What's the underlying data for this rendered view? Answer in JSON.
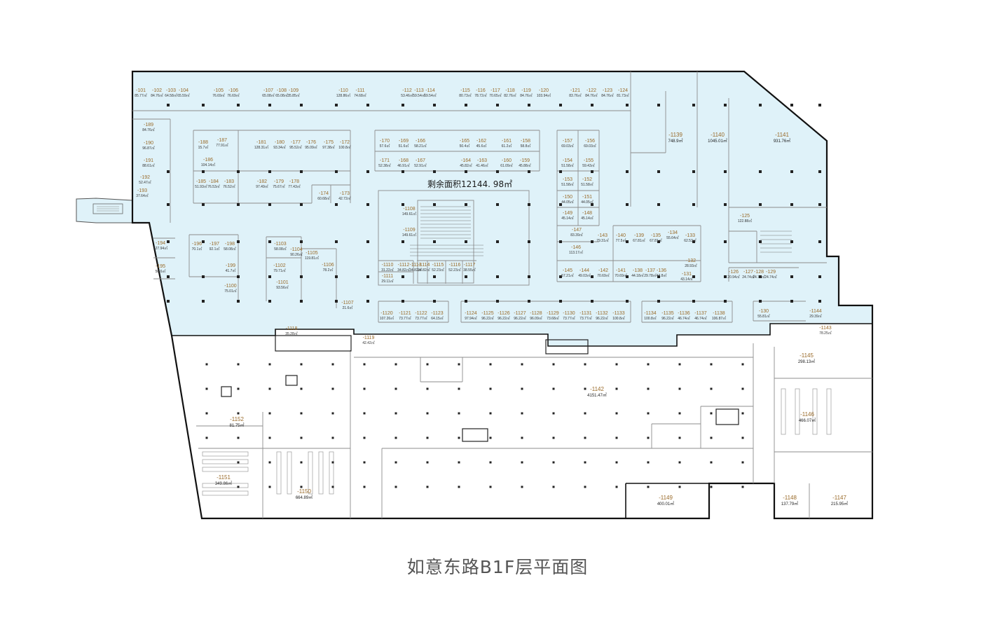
{
  "title": "如意东路B1F层平面图",
  "remaining_area_label": "剩余面积12144. 98㎡",
  "colors": {
    "leased_fill": "#dff2f9",
    "outline": "#111111",
    "wall": "#8c8c8c",
    "code": "#9a6b2a"
  },
  "small_units": [
    {
      "code": "-101",
      "area": "85.77㎡"
    },
    {
      "code": "-102",
      "area": "84.76㎡"
    },
    {
      "code": "-103",
      "area": "64.58㎡"
    },
    {
      "code": "-104",
      "area": "65.59㎡"
    },
    {
      "code": "-105",
      "area": "76.69㎡"
    },
    {
      "code": "-106",
      "area": "76.69㎡"
    },
    {
      "code": "-107",
      "area": "65.08㎡"
    },
    {
      "code": "-108",
      "area": "65.08㎡"
    },
    {
      "code": "-109",
      "area": "35.85㎡"
    },
    {
      "code": "-110",
      "area": "128.86㎡"
    },
    {
      "code": "-111",
      "area": "74.68㎡"
    },
    {
      "code": "-112",
      "area": "53.46㎡"
    },
    {
      "code": "-113",
      "area": "59.54㎡"
    },
    {
      "code": "-114",
      "area": "59.54㎡"
    },
    {
      "code": "-115",
      "area": "80.73㎡"
    },
    {
      "code": "-116",
      "area": "78.72㎡"
    },
    {
      "code": "-117",
      "area": "70.65㎡"
    },
    {
      "code": "-118",
      "area": "82.76㎡"
    },
    {
      "code": "-119",
      "area": "84.76㎡"
    },
    {
      "code": "-120",
      "area": "103.94㎡"
    },
    {
      "code": "-121",
      "area": "83.76㎡"
    },
    {
      "code": "-122",
      "area": "84.76㎡"
    },
    {
      "code": "-123",
      "area": "84.76㎡"
    },
    {
      "code": "-124",
      "area": "81.73㎡"
    },
    {
      "code": "-189",
      "area": "84.76㎡"
    },
    {
      "code": "-190",
      "area": "96.87㎡"
    },
    {
      "code": "-191",
      "area": "88.61㎡"
    },
    {
      "code": "-192",
      "area": "52.47㎡"
    },
    {
      "code": "-193",
      "area": "37.64㎡"
    },
    {
      "code": "-187",
      "area": "77.91㎡"
    },
    {
      "code": "-188",
      "area": "15.7㎡"
    },
    {
      "code": "-186",
      "area": "104.14㎡"
    },
    {
      "code": "-181",
      "area": "128.31㎡"
    },
    {
      "code": "-180",
      "area": "93.34㎡"
    },
    {
      "code": "-177",
      "area": "95.52㎡"
    },
    {
      "code": "-176",
      "area": "95.09㎡"
    },
    {
      "code": "-175",
      "area": "97.38㎡"
    },
    {
      "code": "-172",
      "area": "100.8㎡"
    },
    {
      "code": "-185",
      "area": "51.93㎡"
    },
    {
      "code": "-184",
      "area": "76.53㎡"
    },
    {
      "code": "-183",
      "area": "76.52㎡"
    },
    {
      "code": "-182",
      "area": "97.49㎡"
    },
    {
      "code": "-179",
      "area": "75.67㎡"
    },
    {
      "code": "-178",
      "area": "77.43㎡"
    },
    {
      "code": "-174",
      "area": "60.68㎡"
    },
    {
      "code": "-173",
      "area": "42.72㎡"
    },
    {
      "code": "-170",
      "area": "57.6㎡"
    },
    {
      "code": "-169",
      "area": "51.6㎡"
    },
    {
      "code": "-166",
      "area": "58.21㎡"
    },
    {
      "code": "-165",
      "area": "50.4㎡"
    },
    {
      "code": "-162",
      "area": "45.6㎡"
    },
    {
      "code": "-161",
      "area": "61.2㎡"
    },
    {
      "code": "-158",
      "area": "58.8㎡"
    },
    {
      "code": "-171",
      "area": "52.38㎡"
    },
    {
      "code": "-168",
      "area": "46.91㎡"
    },
    {
      "code": "-167",
      "area": "52.91㎡"
    },
    {
      "code": "-164",
      "area": "45.82㎡"
    },
    {
      "code": "-163",
      "area": "41.46㎡"
    },
    {
      "code": "-160",
      "area": "61.09㎡"
    },
    {
      "code": "-159",
      "area": "45.88㎡"
    },
    {
      "code": "-157",
      "area": "69.03㎡"
    },
    {
      "code": "-156",
      "area": "69.03㎡"
    },
    {
      "code": "-154",
      "area": "51.58㎡"
    },
    {
      "code": "-155",
      "area": "59.43㎡"
    },
    {
      "code": "-153",
      "area": "51.58㎡"
    },
    {
      "code": "-152",
      "area": "51.58㎡"
    },
    {
      "code": "-150",
      "area": "44.05㎡"
    },
    {
      "code": "-151",
      "area": "44.05㎡"
    },
    {
      "code": "-149",
      "area": "45.14㎡"
    },
    {
      "code": "-148",
      "area": "45.14㎡"
    },
    {
      "code": "-147",
      "area": "83.39㎡"
    },
    {
      "code": "-146",
      "area": "113.17㎡"
    },
    {
      "code": "-145",
      "area": "57.21㎡"
    },
    {
      "code": "-144",
      "area": "49.03㎡"
    },
    {
      "code": "-143",
      "area": "79.31㎡"
    },
    {
      "code": "-142",
      "area": "70.69㎡"
    },
    {
      "code": "-141",
      "area": "70.69㎡"
    },
    {
      "code": "-140",
      "area": "77.5㎡"
    },
    {
      "code": "-139",
      "area": "67.81㎡"
    },
    {
      "code": "-138",
      "area": "44.18㎡"
    },
    {
      "code": "-137",
      "area": "29.78㎡"
    },
    {
      "code": "-136",
      "area": "47.8㎡"
    },
    {
      "code": "-135",
      "area": "67.81㎡"
    },
    {
      "code": "-134",
      "area": "55.64㎡"
    },
    {
      "code": "-133",
      "area": "62.53㎡"
    },
    {
      "code": "-132",
      "area": "28.93㎡"
    },
    {
      "code": "-131",
      "area": "43.14㎡"
    },
    {
      "code": "-126",
      "area": "20.94㎡"
    },
    {
      "code": "-127",
      "area": "24.74㎡"
    },
    {
      "code": "-128",
      "area": "24.74㎡"
    },
    {
      "code": "-129",
      "area": "24.74㎡"
    },
    {
      "code": "-125",
      "area": "122.88㎡"
    },
    {
      "code": "-194",
      "area": "127.94㎡"
    },
    {
      "code": "-195",
      "area": "58.6㎡"
    },
    {
      "code": "-196",
      "area": "70.1㎡"
    },
    {
      "code": "-197",
      "area": "92.1㎡"
    },
    {
      "code": "-198",
      "area": "58.08㎡"
    },
    {
      "code": "-199",
      "area": "41.7㎡"
    },
    {
      "code": "-1100",
      "area": "75.01㎡"
    },
    {
      "code": "-1103",
      "area": "58.08㎡"
    },
    {
      "code": "-1104",
      "area": "90.26㎡"
    },
    {
      "code": "-1105",
      "area": "119.81㎡"
    },
    {
      "code": "-1102",
      "area": "79.71㎡"
    },
    {
      "code": "-1106",
      "area": "78.2㎡"
    },
    {
      "code": "-1101",
      "area": "93.56㎡"
    },
    {
      "code": "-1107",
      "area": "21.6㎡"
    },
    {
      "code": "-1108",
      "area": "149.61㎡"
    },
    {
      "code": "-1109",
      "area": "149.61㎡"
    },
    {
      "code": "-1110",
      "area": "31.22㎡"
    },
    {
      "code": "-1111",
      "area": "29.11㎡"
    },
    {
      "code": "-1112",
      "area": "34.82㎡"
    },
    {
      "code": "-1113",
      "area": "34.82㎡"
    },
    {
      "code": "-1114",
      "area": "34.82㎡"
    },
    {
      "code": "-1115",
      "area": "52.23㎡"
    },
    {
      "code": "-1116",
      "area": "52.23㎡"
    },
    {
      "code": "-1117",
      "area": "38.55㎡"
    },
    {
      "code": "-1118",
      "area": "35.28㎡"
    },
    {
      "code": "-1119",
      "area": "42.42㎡"
    },
    {
      "code": "-1120",
      "area": "107.26㎡"
    },
    {
      "code": "-1121",
      "area": "73.77㎡"
    },
    {
      "code": "-1122",
      "area": "73.77㎡"
    },
    {
      "code": "-1123",
      "area": "64.15㎡"
    },
    {
      "code": "-1124",
      "area": "97.94㎡"
    },
    {
      "code": "-1125",
      "area": "96.22㎡"
    },
    {
      "code": "-1126",
      "area": "96.22㎡"
    },
    {
      "code": "-1127",
      "area": "96.22㎡"
    },
    {
      "code": "-1128",
      "area": "96.09㎡"
    },
    {
      "code": "-1129",
      "area": "73.68㎡"
    },
    {
      "code": "-1130",
      "area": "73.77㎡"
    },
    {
      "code": "-1131",
      "area": "73.77㎡"
    },
    {
      "code": "-1132",
      "area": "96.22㎡"
    },
    {
      "code": "-1133",
      "area": "100.8㎡"
    },
    {
      "code": "-1134",
      "area": "100.8㎡"
    },
    {
      "code": "-1135",
      "area": "96.22㎡"
    },
    {
      "code": "-1136",
      "area": "46.74㎡"
    },
    {
      "code": "-1137",
      "area": "46.74㎡"
    },
    {
      "code": "-1138",
      "area": "106.87㎡"
    },
    {
      "code": "-130",
      "area": "55.81㎡"
    },
    {
      "code": "-1144",
      "area": "29.39㎡"
    },
    {
      "code": "-1143",
      "area": "78.25㎡"
    }
  ],
  "large_units": [
    {
      "code": "-1139",
      "area": "748.9㎡"
    },
    {
      "code": "-1140",
      "area": "1045.01㎡"
    },
    {
      "code": "-1141",
      "area": "931.76㎡"
    },
    {
      "code": "-1142",
      "area": "4151.47㎡"
    },
    {
      "code": "-1145",
      "area": "298.13㎡"
    },
    {
      "code": "-1146",
      "area": "466.07㎡"
    },
    {
      "code": "-1147",
      "area": "215.95㎡"
    },
    {
      "code": "-1148",
      "area": "137.79㎡"
    },
    {
      "code": "-1149",
      "area": "400.01㎡"
    },
    {
      "code": "-1150",
      "area": "664.89㎡"
    },
    {
      "code": "-1151",
      "area": "349.86㎡"
    },
    {
      "code": "-1152",
      "area": "81.75㎡"
    }
  ]
}
